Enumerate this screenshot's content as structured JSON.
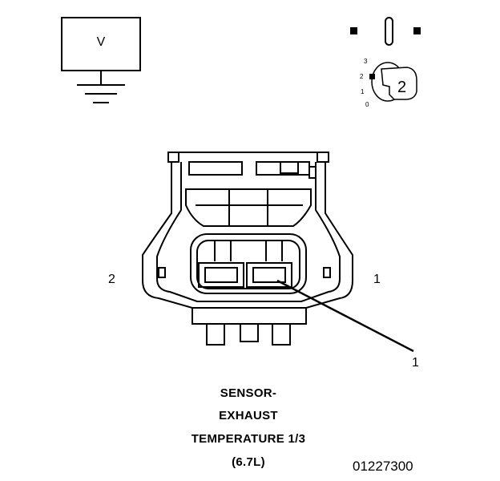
{
  "meter": {
    "label": "V"
  },
  "meter_icon": "ground-symbol-icon",
  "switch_icon": "rotary-switch-icon",
  "switch": {
    "positions": [
      "3",
      "2",
      "1",
      "0"
    ],
    "selected_label": "2"
  },
  "connector": {
    "side_labels": {
      "left": "2",
      "right": "1"
    },
    "callout": "1"
  },
  "title_lines": [
    "SENSOR-",
    "EXHAUST",
    "TEMPERATURE 1/3",
    "(6.7L)"
  ],
  "part_number": "01227300"
}
